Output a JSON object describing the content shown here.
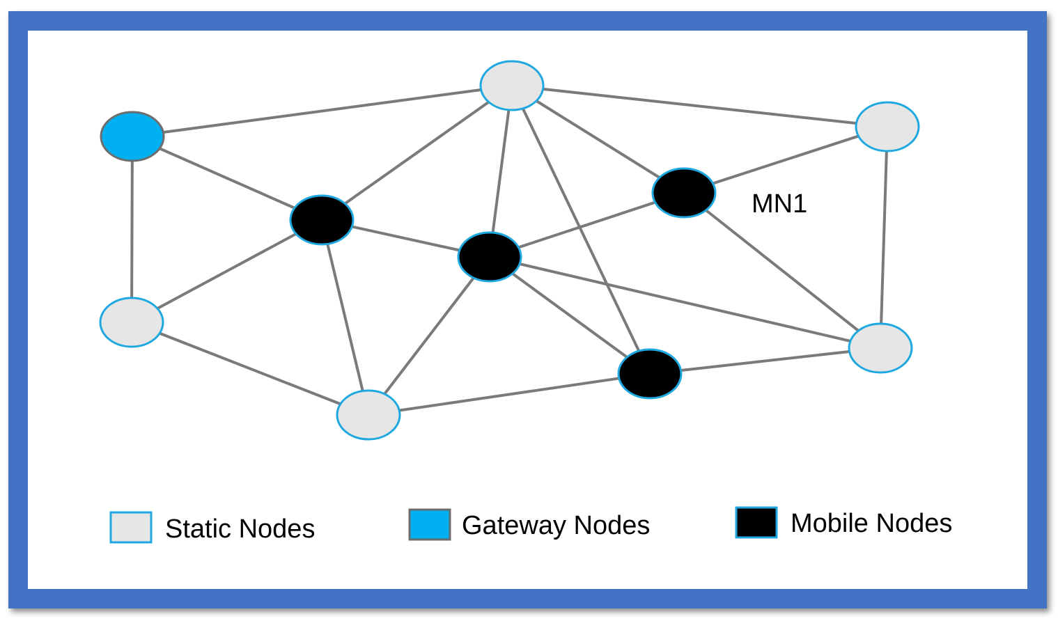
{
  "colors": {
    "frame": "#4472c4",
    "edge": "#7a7a7a",
    "static_fill": "#e6e6e6",
    "gateway_fill": "#00b0f0",
    "mobile_fill": "#000000",
    "node_stroke": "#1fa8e0",
    "gateway_stroke": "#6d6d6d"
  },
  "nodes": [
    {
      "id": "top",
      "type": "static"
    },
    {
      "id": "gw",
      "type": "gateway"
    },
    {
      "id": "rtop",
      "type": "static"
    },
    {
      "id": "m1",
      "type": "mobile"
    },
    {
      "id": "mn1",
      "type": "mobile",
      "label": "MN1"
    },
    {
      "id": "mc",
      "type": "mobile"
    },
    {
      "id": "lmid",
      "type": "static"
    },
    {
      "id": "rmid",
      "type": "static"
    },
    {
      "id": "mb",
      "type": "mobile"
    },
    {
      "id": "bot",
      "type": "static"
    }
  ],
  "edges": [
    [
      "gw",
      "top"
    ],
    [
      "top",
      "rtop"
    ],
    [
      "gw",
      "m1"
    ],
    [
      "gw",
      "lmid"
    ],
    [
      "top",
      "m1"
    ],
    [
      "top",
      "mc"
    ],
    [
      "top",
      "mb"
    ],
    [
      "top",
      "mn1"
    ],
    [
      "rtop",
      "mn1"
    ],
    [
      "rtop",
      "rmid"
    ],
    [
      "m1",
      "mc"
    ],
    [
      "m1",
      "lmid"
    ],
    [
      "m1",
      "bot"
    ],
    [
      "mc",
      "mn1"
    ],
    [
      "mc",
      "bot"
    ],
    [
      "mc",
      "mb"
    ],
    [
      "mc",
      "rmid"
    ],
    [
      "mn1",
      "rmid"
    ],
    [
      "lmid",
      "bot"
    ],
    [
      "bot",
      "mb"
    ],
    [
      "mb",
      "rmid"
    ]
  ],
  "legend": {
    "static_label": "Static Nodes",
    "gateway_label": "Gateway Nodes",
    "mobile_label": "Mobile Nodes"
  }
}
